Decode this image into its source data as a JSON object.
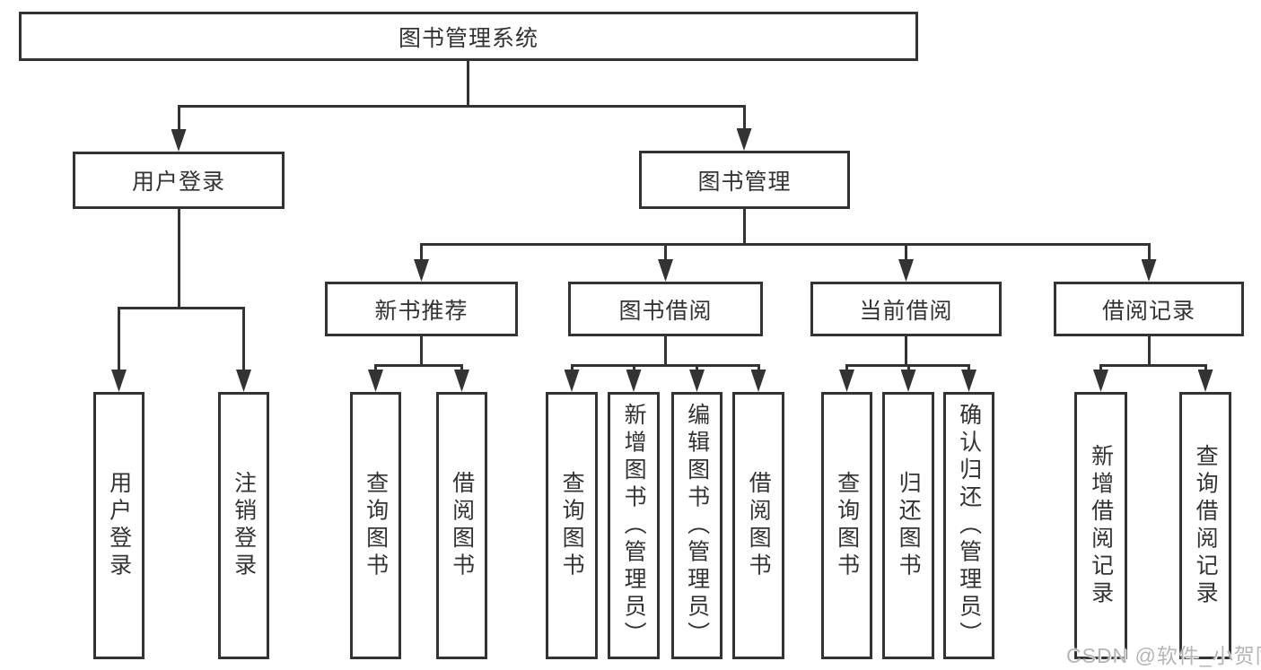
{
  "diagram": {
    "title": "图书管理系统",
    "nodes": [
      {
        "id": "root",
        "label": "图书管理系统",
        "level": 1,
        "parent": null
      },
      {
        "id": "l2-user-login",
        "label": "用户登录",
        "level": 2,
        "parent": "root"
      },
      {
        "id": "l2-book-mgmt",
        "label": "图书管理",
        "level": 2,
        "parent": "root"
      },
      {
        "id": "l3-new-books",
        "label": "新书推荐",
        "level": 3,
        "parent": "l2-book-mgmt"
      },
      {
        "id": "l3-book-borrow",
        "label": "图书借阅",
        "level": 3,
        "parent": "l2-book-mgmt"
      },
      {
        "id": "l3-current-borrow",
        "label": "当前借阅",
        "level": 3,
        "parent": "l2-book-mgmt"
      },
      {
        "id": "l3-borrow-records",
        "label": "借阅记录",
        "level": 3,
        "parent": "l2-book-mgmt"
      },
      {
        "id": "leaf-user-login",
        "label": "用户登录",
        "level": 4,
        "parent": "l2-user-login"
      },
      {
        "id": "leaf-logout",
        "label": "注销登录",
        "level": 4,
        "parent": "l2-user-login"
      },
      {
        "id": "leaf-nb-query",
        "label": "查询图书",
        "level": 4,
        "parent": "l3-new-books"
      },
      {
        "id": "leaf-nb-borrow",
        "label": "借阅图书",
        "level": 4,
        "parent": "l3-new-books"
      },
      {
        "id": "leaf-bb-query",
        "label": "查询图书",
        "level": 4,
        "parent": "l3-book-borrow"
      },
      {
        "id": "leaf-bb-add",
        "label": "新增图书（管理员）",
        "level": 4,
        "parent": "l3-book-borrow"
      },
      {
        "id": "leaf-bb-edit",
        "label": "编辑图书（管理员）",
        "level": 4,
        "parent": "l3-book-borrow"
      },
      {
        "id": "leaf-bb-borrow",
        "label": "借阅图书",
        "level": 4,
        "parent": "l3-book-borrow"
      },
      {
        "id": "leaf-cb-query",
        "label": "查询图书",
        "level": 4,
        "parent": "l3-current-borrow"
      },
      {
        "id": "leaf-cb-return",
        "label": "归还图书",
        "level": 4,
        "parent": "l3-current-borrow"
      },
      {
        "id": "leaf-cb-confirm",
        "label": "确认归还（管理员）",
        "level": 4,
        "parent": "l3-current-borrow"
      },
      {
        "id": "leaf-br-add",
        "label": "新增借阅记录",
        "level": 4,
        "parent": "l3-borrow-records"
      },
      {
        "id": "leaf-br-query",
        "label": "查询借阅记录",
        "level": 4,
        "parent": "l3-borrow-records"
      }
    ]
  },
  "watermark": {
    "text": "CSDN @软件_小贺同学"
  },
  "colors": {
    "line": "#333333",
    "box_border": "#333333",
    "box_background": "#ffffff",
    "text": "#333333",
    "watermark": "#b5b5b5",
    "page_background": "#ffffff"
  }
}
